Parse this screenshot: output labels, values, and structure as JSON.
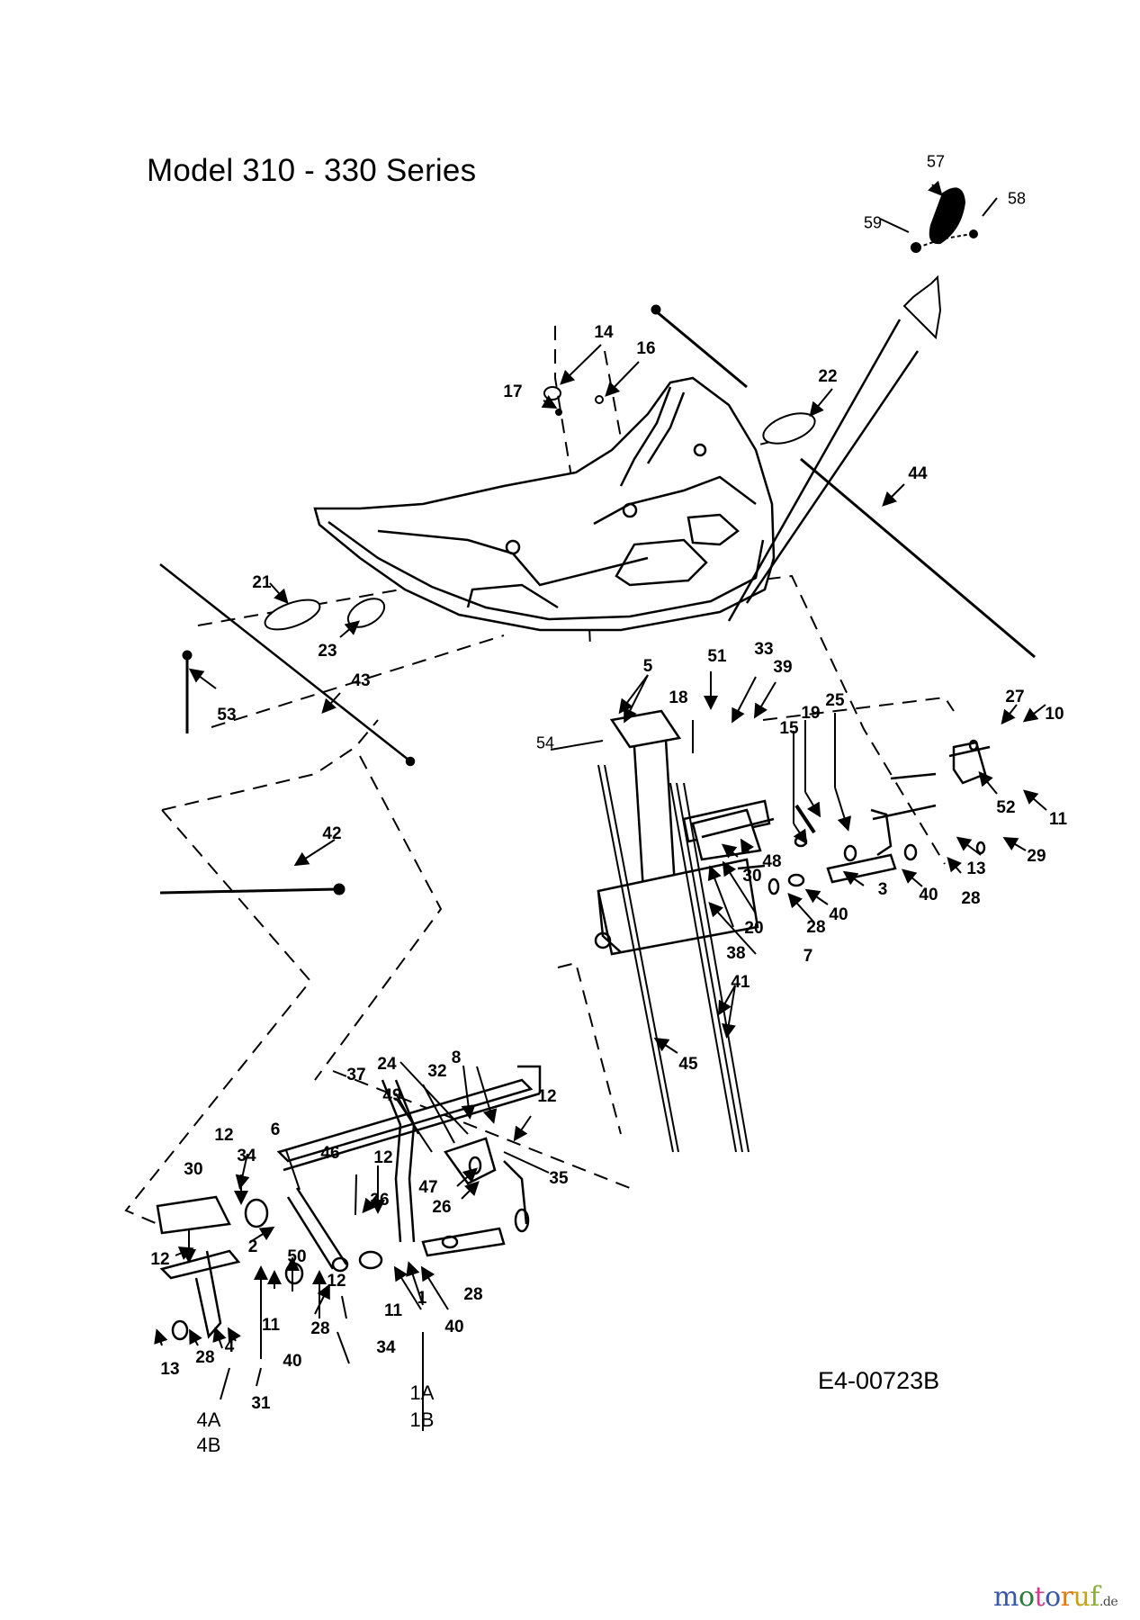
{
  "diagram": {
    "title": "Model 310 - 330 Series",
    "drawing_code": "E4-00723B",
    "watermark": {
      "brand": "motoruf",
      "tld": ".de",
      "letter_colors": [
        "#3a58a8",
        "#2c7a3c",
        "#d33a8a",
        "#3a58a8",
        "#e07a20",
        "#c8a016",
        "#8bb02c"
      ]
    },
    "callouts": [
      {
        "id": "c57",
        "text": "57"
      },
      {
        "id": "c58",
        "text": "58"
      },
      {
        "id": "c59",
        "text": "59"
      },
      {
        "id": "c14",
        "text": "14"
      },
      {
        "id": "c16",
        "text": "16"
      },
      {
        "id": "c17",
        "text": "17"
      },
      {
        "id": "c22",
        "text": "22"
      },
      {
        "id": "c44",
        "text": "44"
      },
      {
        "id": "c21",
        "text": "21"
      },
      {
        "id": "c23",
        "text": "23"
      },
      {
        "id": "c43",
        "text": "43"
      },
      {
        "id": "c53",
        "text": "53"
      },
      {
        "id": "c42",
        "text": "42"
      },
      {
        "id": "c5",
        "text": "5"
      },
      {
        "id": "c51",
        "text": "51"
      },
      {
        "id": "c33",
        "text": "33"
      },
      {
        "id": "c39",
        "text": "39"
      },
      {
        "id": "c18",
        "text": "18"
      },
      {
        "id": "c54",
        "text": "54"
      },
      {
        "id": "c15",
        "text": "15"
      },
      {
        "id": "c19",
        "text": "19"
      },
      {
        "id": "c25",
        "text": "25"
      },
      {
        "id": "c27",
        "text": "27"
      },
      {
        "id": "c10",
        "text": "10"
      },
      {
        "id": "c52",
        "text": "52"
      },
      {
        "id": "c11a",
        "text": "11"
      },
      {
        "id": "c29",
        "text": "29"
      },
      {
        "id": "c13a",
        "text": "13"
      },
      {
        "id": "c28a",
        "text": "28"
      },
      {
        "id": "c40a",
        "text": "40"
      },
      {
        "id": "c3",
        "text": "3"
      },
      {
        "id": "c48",
        "text": "48"
      },
      {
        "id": "c30a",
        "text": "30"
      },
      {
        "id": "c20",
        "text": "20"
      },
      {
        "id": "c38",
        "text": "38"
      },
      {
        "id": "c7",
        "text": "7"
      },
      {
        "id": "c28b",
        "text": "28"
      },
      {
        "id": "c40b",
        "text": "40"
      },
      {
        "id": "c41",
        "text": "41"
      },
      {
        "id": "c45",
        "text": "45"
      },
      {
        "id": "c37",
        "text": "37"
      },
      {
        "id": "c24",
        "text": "24"
      },
      {
        "id": "c8",
        "text": "8"
      },
      {
        "id": "c32",
        "text": "32"
      },
      {
        "id": "c49",
        "text": "49"
      },
      {
        "id": "c12a",
        "text": "12"
      },
      {
        "id": "c35",
        "text": "35"
      },
      {
        "id": "c47",
        "text": "47"
      },
      {
        "id": "c26",
        "text": "26"
      },
      {
        "id": "c6",
        "text": "6"
      },
      {
        "id": "c46",
        "text": "46"
      },
      {
        "id": "c12b",
        "text": "12"
      },
      {
        "id": "c36",
        "text": "36"
      },
      {
        "id": "c12c",
        "text": "12"
      },
      {
        "id": "c34a",
        "text": "34"
      },
      {
        "id": "c30b",
        "text": "30"
      },
      {
        "id": "c12d",
        "text": "12"
      },
      {
        "id": "c2",
        "text": "2"
      },
      {
        "id": "c50",
        "text": "50"
      },
      {
        "id": "c12e",
        "text": "12"
      },
      {
        "id": "c11b",
        "text": "11"
      },
      {
        "id": "c11c",
        "text": "11"
      },
      {
        "id": "c28c",
        "text": "28"
      },
      {
        "id": "c34b",
        "text": "34"
      },
      {
        "id": "c1",
        "text": "1"
      },
      {
        "id": "c40c",
        "text": "40"
      },
      {
        "id": "c28d",
        "text": "28"
      },
      {
        "id": "c40d",
        "text": "40"
      },
      {
        "id": "c13b",
        "text": "13"
      },
      {
        "id": "c28e",
        "text": "28"
      },
      {
        "id": "c4",
        "text": "4"
      },
      {
        "id": "c31",
        "text": "31"
      },
      {
        "id": "c1a",
        "text": "1A"
      },
      {
        "id": "c1b",
        "text": "1B"
      },
      {
        "id": "c4a",
        "text": "4A"
      },
      {
        "id": "c4b",
        "text": "4B"
      }
    ]
  }
}
